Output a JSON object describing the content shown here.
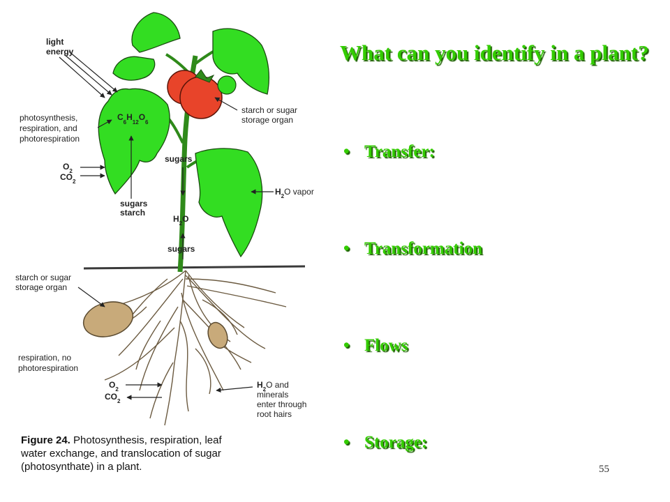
{
  "slide": {
    "title": "What can you identify in a plant?",
    "bullets": [
      "Transfer:",
      "Transformation",
      "Flows",
      "Storage:"
    ],
    "bullet_glyph": "•",
    "page_number": "55",
    "colors": {
      "heading": "#33cc00",
      "heading_shadow": "#1c5f00",
      "leaf": "#33dd22",
      "tomato": "#e8442a",
      "tuber": "#c8aa7a"
    }
  },
  "figure": {
    "light_label": [
      "light",
      "energy"
    ],
    "process_label": [
      "photosynthesis,",
      "respiration, and",
      "photorespiration"
    ],
    "formula": {
      "c": "C",
      "c_sub": "6",
      "h": "H",
      "h_sub": "12",
      "o": "O",
      "o_sub": "6"
    },
    "gas_in": {
      "o2": "O",
      "o2_sub": "2",
      "co2": "CO",
      "co2_sub": "2"
    },
    "sugars_starch": [
      "sugars",
      "starch"
    ],
    "fruit_storage": [
      "starch or sugar",
      "storage organ"
    ],
    "stem_sugars": "sugars",
    "h2o_vapor": {
      "h": "H",
      "sub": "2",
      "rest": "O vapor"
    },
    "stem_h2o": {
      "h": "H",
      "sub": "2",
      "o": "O"
    },
    "stem_sugars_lower": "sugars",
    "root_storage": [
      "starch or sugar",
      "storage organ"
    ],
    "root_respiration": [
      "respiration, no",
      "photorespiration"
    ],
    "gas_root": {
      "o2": "O",
      "o2_sub": "2",
      "co2": "CO",
      "co2_sub": "2"
    },
    "root_water": {
      "h": "H",
      "sub": "2",
      "rest": "O and",
      "lines": [
        "minerals",
        "enter through",
        "root hairs"
      ]
    },
    "caption": {
      "bold": "Figure 24.",
      "lines": [
        " Photosynthesis, respiration, leaf",
        "water exchange, and translocation of sugar",
        "(photosynthate) in a plant."
      ]
    }
  }
}
